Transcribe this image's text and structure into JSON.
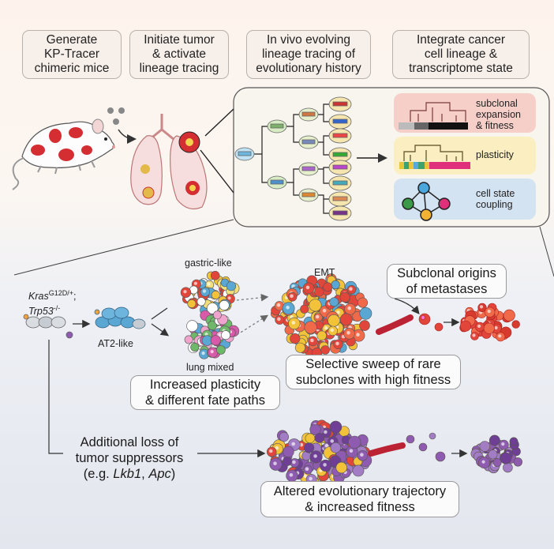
{
  "steps": [
    {
      "line1": "Generate",
      "line2": "KP-Tracer",
      "line3": "chimeric mice"
    },
    {
      "line1": "Initiate tumor",
      "line2": "& activate",
      "line3": "lineage tracing"
    },
    {
      "line1": "In vivo evolving",
      "line2": "lineage tracing of",
      "line3": "evolutionary history"
    },
    {
      "line1": "Integrate cancer",
      "line2": "cell lineage &",
      "line3": "transcriptome state"
    }
  ],
  "categories": [
    {
      "line1": "subclonal",
      "line2": "expansion",
      "line3": "& fitness",
      "color": "#f6cfc9"
    },
    {
      "line1": "plasticity",
      "color": "#fbeec0"
    },
    {
      "line1": "cell state",
      "line2": "coupling",
      "color": "#d4e3f2"
    }
  ],
  "genotype": {
    "gene1": "Kras",
    "sup1": "G12D/+",
    "sep": ";",
    "gene2": "Trp53",
    "sup2": "-/-"
  },
  "states": {
    "at2": "AT2-like",
    "gastric": "gastric-like",
    "lung_mixed": "lung mixed",
    "emt": "EMT"
  },
  "callouts": {
    "metastases": {
      "line1": "Subclonal origins",
      "line2": "of metastases"
    },
    "sweep": {
      "line1": "Selective sweep of rare",
      "line2": "subclones with high fitness"
    },
    "plasticity": {
      "line1": "Increased plasticity",
      "line2": "& different fate paths"
    },
    "loss": {
      "line1": "Additional loss of",
      "line2": "tumor suppressors",
      "prefix": "(e.g. ",
      "gene1": "Lkb1",
      "sep": ", ",
      "gene2": "Apc",
      "suffix": ")"
    },
    "altered": {
      "line1": "Altered evolutionary trajectory",
      "line2": "& increased fitness"
    }
  },
  "colors": {
    "tumor_red": "#e2463a",
    "at2_blue": "#5ba7d3",
    "purple": "#8e5bb0",
    "heatmap_pink": "#e0307c"
  }
}
